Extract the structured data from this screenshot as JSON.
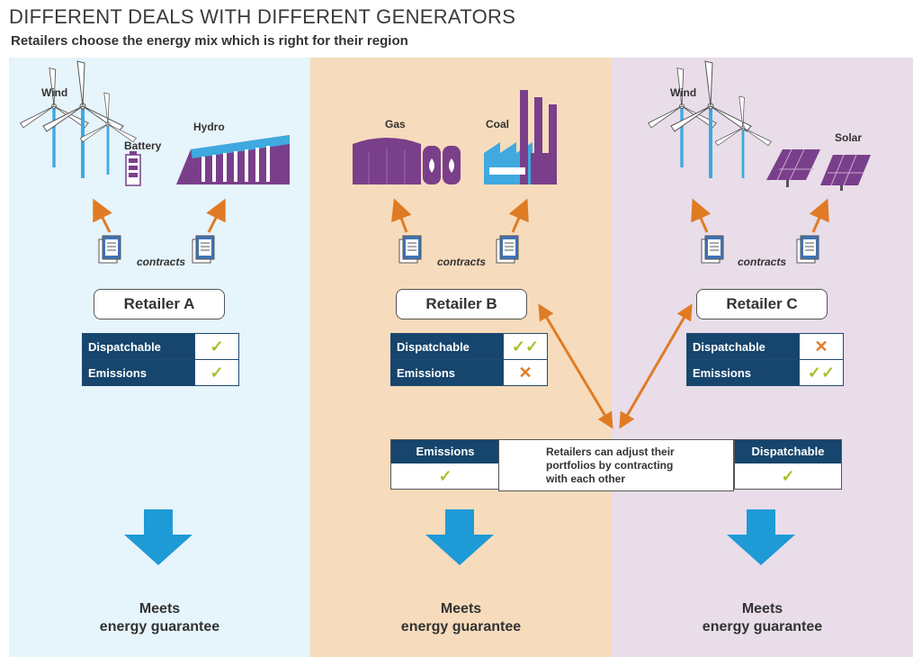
{
  "header": {
    "title": "DIFFERENT DEALS WITH DIFFERENT GENERATORS",
    "subtitle": "Retailers choose the energy mix which is right for their region"
  },
  "colors": {
    "panel_a": "#e6f4fb",
    "panel_b": "#f6dcbc",
    "panel_c": "#e8dde9",
    "table_header": "#16456d",
    "check": "#a6c12a",
    "cross": "#e07b24",
    "arrow_orange": "#e07b24",
    "arrow_blue": "#1e9ad6",
    "plant_purple": "#7a3f8a",
    "plant_blue": "#3fa9e0"
  },
  "panels": {
    "a": {
      "labels": {
        "wind": "Wind",
        "battery": "Battery",
        "hydro": "Hydro"
      },
      "contracts": "contracts",
      "retailer": "Retailer A",
      "attributes": [
        {
          "label": "Dispatchable",
          "mark": "✓"
        },
        {
          "label": "Emissions",
          "mark": "✓"
        }
      ],
      "result_line1": "Meets",
      "result_line2": "energy guarantee"
    },
    "b": {
      "labels": {
        "gas": "Gas",
        "coal": "Coal"
      },
      "contracts": "contracts",
      "retailer": "Retailer B",
      "attributes": [
        {
          "label": "Dispatchable",
          "mark": "✓✓"
        },
        {
          "label": "Emissions",
          "mark": "✕"
        }
      ],
      "result_line1": "Meets",
      "result_line2": "energy guarantee"
    },
    "c": {
      "labels": {
        "wind": "Wind",
        "solar": "Solar"
      },
      "contracts": "contracts",
      "retailer": "Retailer C",
      "attributes": [
        {
          "label": "Dispatchable",
          "mark": "✕"
        },
        {
          "label": "Emissions",
          "mark": "✓✓"
        }
      ],
      "result_line1": "Meets",
      "result_line2": "energy guarantee"
    }
  },
  "swap": {
    "left_label": "Emissions",
    "left_mark": "✓",
    "right_label": "Dispatchable",
    "right_mark": "✓",
    "note": "Retailers can adjust their portfolios by contracting with each other"
  }
}
